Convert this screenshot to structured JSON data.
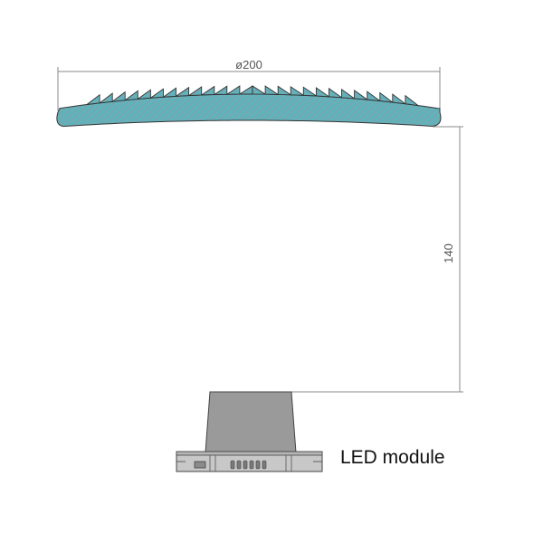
{
  "dimensions": {
    "diameter_label": "ø200",
    "height_label": "140"
  },
  "labels": {
    "module": "LED module"
  },
  "colors": {
    "lens_fill": "#5fb3bd",
    "lens_hatch": "#9a9a9a",
    "outline": "#333333",
    "dimension_line": "#8a8a8a",
    "module_body": "#9a9a9a",
    "module_base": "#c8c8c8"
  }
}
